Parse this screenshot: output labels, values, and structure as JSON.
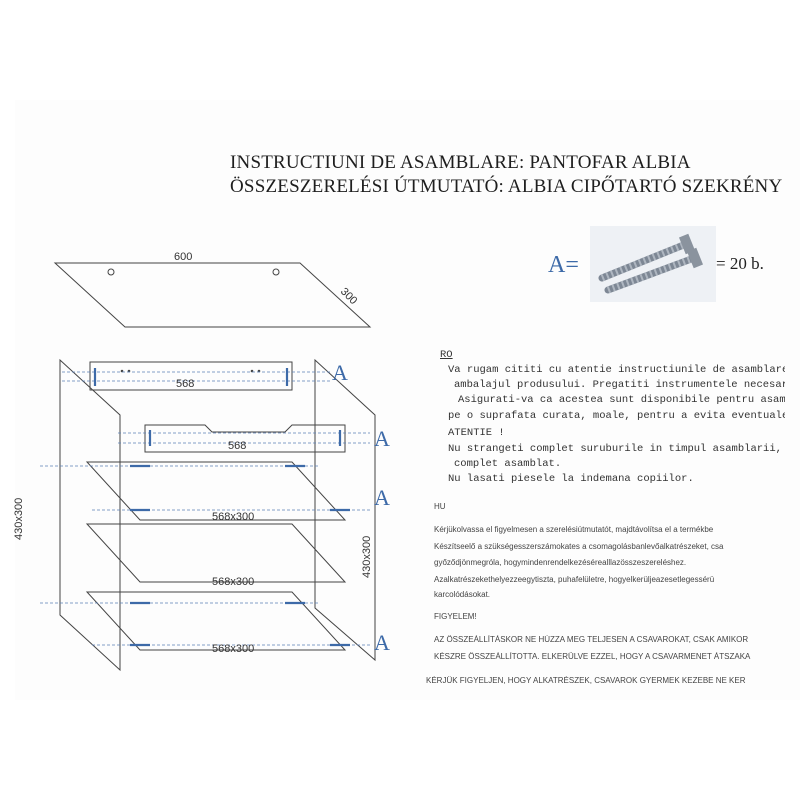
{
  "titles": {
    "line1": "INSTRUCTIUNI DE ASAMBLARE: PANTOFAR ALBIA",
    "line2": "ÖSSZESZERELÉSI ÚTMUTATÓ: ALBIA CIPŐTARTÓ SZEKRÉNY"
  },
  "hardware": {
    "label": "A=",
    "count": "= 20 b."
  },
  "dimensions": {
    "top_width": "600",
    "top_depth": "300",
    "back_panel": "568",
    "rail": "568",
    "shelf1": "568x300",
    "shelf2": "568x300",
    "shelf3": "568x300",
    "side_left": "430x300",
    "side_right": "430x300"
  },
  "connector_label": "A",
  "ro": {
    "heading": "RO",
    "lines": [
      "Va rugam cititi cu atentie instructiunile de asamblare, apoi inde",
      "ambalajul produsului. Pregatiti instrumentele necesare, si pies",
      "Asigurati-va ca acestea sunt disponibile pentru asamblare. A",
      "pe o suprafata curata, moale, pentru a evita eventualele dete",
      "ATENTIE !",
      "Nu strangeti complet suruburile in timpul asamblarii, doar cand",
      "complet asamblat.",
      "Nu lasati piesele la indemana copiilor."
    ]
  },
  "hu": {
    "heading": "HU",
    "lines": [
      "Kérjükolvassa el figyelmesen a szerelésiútmutatót, majdtávolítsa el a termékbe",
      "Készítseelő a szükségesszerszámokates a csomagolásbanlevőalkatrészeket, csa",
      "győződjönmegróla, hogymindenrendelkezésérealllazösszeszereléshez.",
      "Azalkatrészekethelyezzeegytiszta, puhafelületre, hogyelkerüljeazesetlegessérü",
      "karcolódásokat.",
      "FIGYELEM!",
      "AZ ÖSSZEÁLLÍTÁSKOR NE HÚZZA MEG TELJESEN A CSAVAROKAT, CSAK AMIKOR",
      "KÉSZRE ÖSSZEÁLLÍTOTTA. ELKERÜLVE EZZEL, HOGY A CSAVARMENET ÁTSZAKA",
      "KÉRJÜK FIGYELJEN, HOGY ALKATRÉSZEK, CSAVAROK GYERMEK KEZEBE NE KER"
    ]
  },
  "colors": {
    "accent": "#3d6aa8",
    "line": "#444444",
    "dashed": "#5b7fb5"
  }
}
